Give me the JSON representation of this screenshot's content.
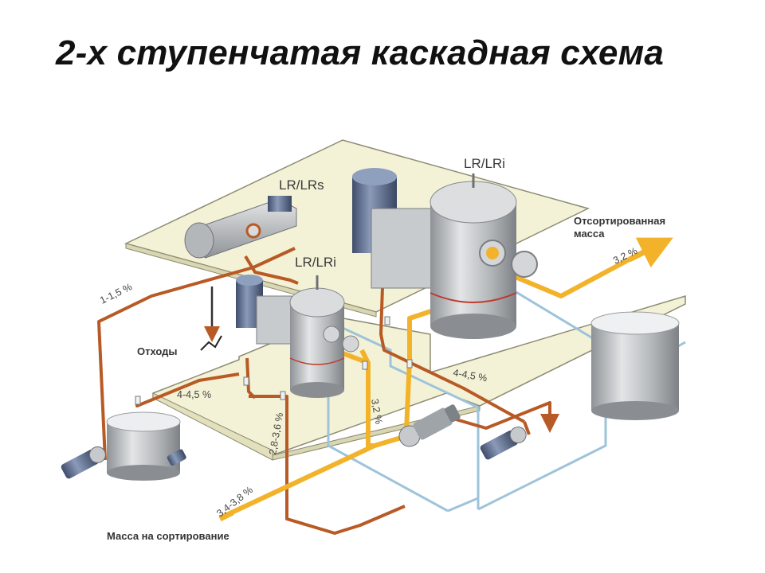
{
  "title": "2-х ступенчатая каскадная схема",
  "labels": {
    "unit_lr_lrs": "LR/LRs",
    "unit_lr_lri_small": "LR/LRi",
    "unit_lr_lri_large": "LR/LRi",
    "sorted_mass_line1": "Отсортированная",
    "sorted_mass_line2": "масса",
    "sorted_conc": "3,2 %",
    "rejects": "Отходы",
    "conc_1_15": "1-1,5 %",
    "conc_4_45_left": "4-4,5 %",
    "conc_4_45_right": "4-4,5 %",
    "conc_28_36": "2,8-3,6 %",
    "conc_32": "3,2 %",
    "conc_34_38": "3,4-3,8 %",
    "feed_mass": "Масса на сортирование"
  },
  "colors": {
    "platform": "#f3f1d2",
    "platform_edge": "#8d8b72",
    "orange_pipe": "#b85a25",
    "yellow_pipe": "#f2b32a",
    "blue_pipe": "#9ec3da",
    "steel": "#b9bcbf",
    "motor": "#5c6d8c"
  }
}
